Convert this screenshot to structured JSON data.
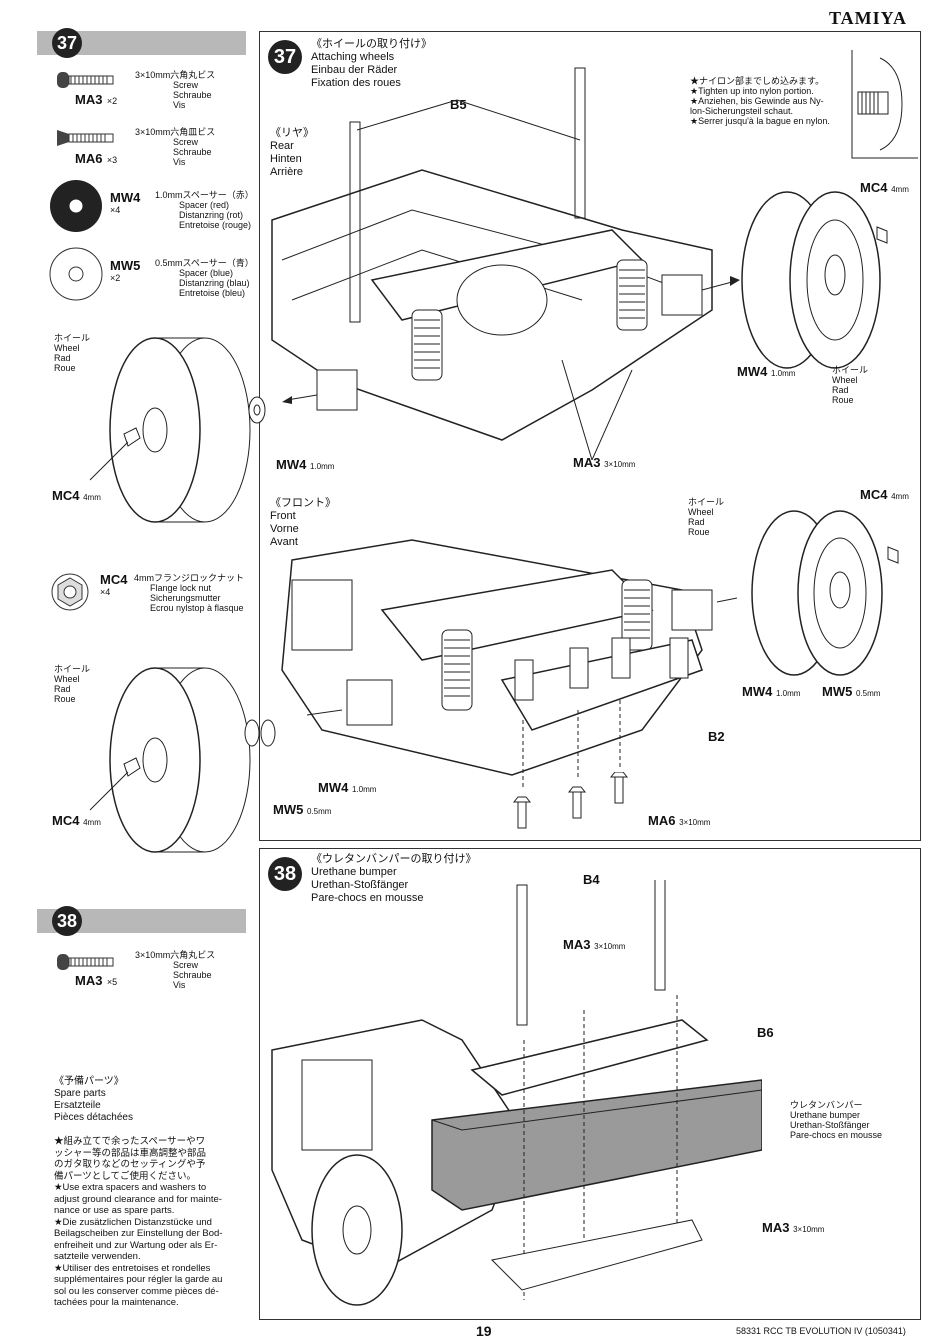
{
  "brand": "TAMIYA",
  "page_number": "19",
  "footer_code": "58331 RCC TB EVOLUTION IV (1050341)",
  "step37": {
    "number": "37",
    "title_jp": "《ホイールの取り付け》",
    "title_en": "Attaching wheels",
    "title_de": "Einbau der Räder",
    "title_fr": "Fixation des roues",
    "parts": [
      {
        "code": "MA3",
        "qty": "×2",
        "jp": "3×10mm六角丸ビス",
        "en": "Screw",
        "de": "Schraube",
        "fr": "Vis"
      },
      {
        "code": "MA6",
        "qty": "×3",
        "jp": "3×10mm六角皿ビス",
        "en": "Screw",
        "de": "Schraube",
        "fr": "Vis"
      },
      {
        "code": "MW4",
        "qty": "×4",
        "jp": "1.0mmスペーサー（赤）",
        "en": "Spacer (red)",
        "de": "Distanzring (rot)",
        "fr": "Entretoise (rouge)"
      },
      {
        "code": "MW5",
        "qty": "×2",
        "jp": "0.5mmスペーサー（青）",
        "en": "Spacer (blue)",
        "de": "Distanzring (blau)",
        "fr": "Entretoise (bleu)"
      },
      {
        "code": "MC4",
        "qty": "×4",
        "jp": "4mmフランジロックナット",
        "en": "Flange lock nut",
        "de": "Sicherungsmutter",
        "fr": "Ecrou nylstop à flasque"
      }
    ],
    "rear": {
      "jp": "《リヤ》",
      "en": "Rear",
      "de": "Hinten",
      "fr": "Arrière"
    },
    "front": {
      "jp": "《フロント》",
      "en": "Front",
      "de": "Vorne",
      "fr": "Avant"
    },
    "wheel": {
      "jp": "ホイール",
      "en": "Wheel",
      "de": "Rad",
      "fr": "Roue"
    },
    "tip": {
      "jp": "★ナイロン部までしめ込みます。",
      "en": "★Tighten up into nylon portion.",
      "de1": "★Anziehen, bis Gewinde aus Ny-",
      "de2": "lon-Sicherungsteil schaut.",
      "fr": "★Serrer jusqu'à la bague en nylon."
    },
    "labels": {
      "b5": "B5",
      "b2": "B2",
      "mc4": "MC4",
      "mc4_size": "4mm",
      "mw4": "MW4",
      "mw4_size": "1.0mm",
      "mw5": "MW5",
      "mw5_size": "0.5mm",
      "ma3": "MA3",
      "ma3_size": "3×10mm",
      "ma6": "MA6",
      "ma6_size": "3×10mm"
    }
  },
  "step38": {
    "number": "38",
    "title_jp": "《ウレタンバンパーの取り付け》",
    "title_en": "Urethane bumper",
    "title_de": "Urethan-Stoßfänger",
    "title_fr": "Pare-chocs en mousse",
    "part": {
      "code": "MA3",
      "qty": "×5",
      "jp": "3×10mm六角丸ビス",
      "en": "Screw",
      "de": "Schraube",
      "fr": "Vis"
    },
    "labels": {
      "b4": "B4",
      "b6": "B6",
      "ma3": "MA3",
      "ma3_size": "3×10mm",
      "bumper_jp": "ウレタンバンパー",
      "bumper_en": "Urethane bumper",
      "bumper_de": "Urethan-Stoßfänger",
      "bumper_fr": "Pare-chocs en mousse"
    }
  },
  "spare": {
    "jp": "《予備パーツ》",
    "en": "Spare parts",
    "de": "Ersatzteile",
    "fr": "Pièces détachées",
    "note_jp1": "★組み立てで余ったスペーサーやワ",
    "note_jp2": "ッシャー等の部品は車高調整や部品",
    "note_jp3": "のガタ取りなどのセッティングや予",
    "note_jp4": "備パーツとしてご使用ください。",
    "note_en1": "★Use extra spacers and washers to",
    "note_en2": "adjust ground clearance and for mainte-",
    "note_en3": "nance or use as spare parts.",
    "note_de1": "★Die zusätzlichen Distanzstücke und",
    "note_de2": "Beilagscheiben zur Einstellung der Bod-",
    "note_de3": "enfreiheit und zur Wartung oder als Er-",
    "note_de4": "satzteile verwenden.",
    "note_fr1": "★Utiliser des entretoises et rondelles",
    "note_fr2": "supplémentaires pour régler la garde au",
    "note_fr3": "sol ou les conserver comme pièces dé-",
    "note_fr4": "tachées pour la maintenance."
  }
}
